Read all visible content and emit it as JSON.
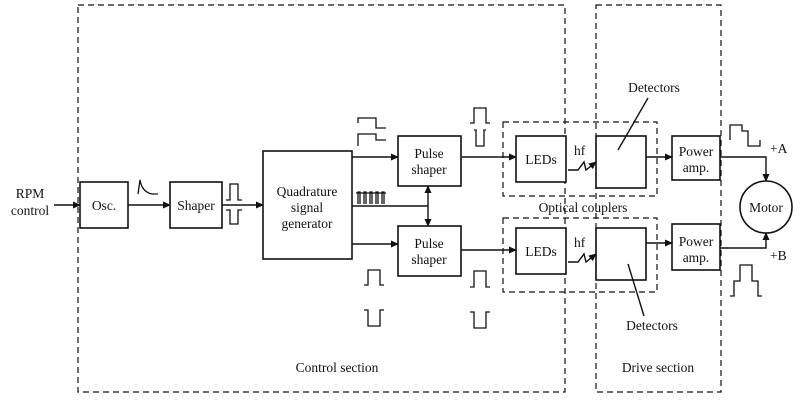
{
  "diagram": {
    "input_label_1": "RPM",
    "input_label_2": "control",
    "blocks": {
      "osc": "Osc.",
      "shaper": "Shaper",
      "quad_1": "Quadrature",
      "quad_2": "signal",
      "quad_3": "generator",
      "pulse_top_1": "Pulse",
      "pulse_top_2": "shaper",
      "pulse_bot_1": "Pulse",
      "pulse_bot_2": "shaper",
      "leds_top": "LEDs",
      "leds_bot": "LEDs",
      "power_top_1": "Power",
      "power_top_2": "amp.",
      "power_bot_1": "Power",
      "power_bot_2": "amp.",
      "motor": "Motor"
    },
    "labels": {
      "hf_top": "hf",
      "hf_bot": "hf",
      "detectors_top": "Detectors",
      "detectors_bot": "Detectors",
      "optical_couplers": "Optical couplers",
      "plus_a": "+A",
      "plus_b": "+B",
      "control_section": "Control section",
      "drive_section": "Drive section"
    }
  }
}
